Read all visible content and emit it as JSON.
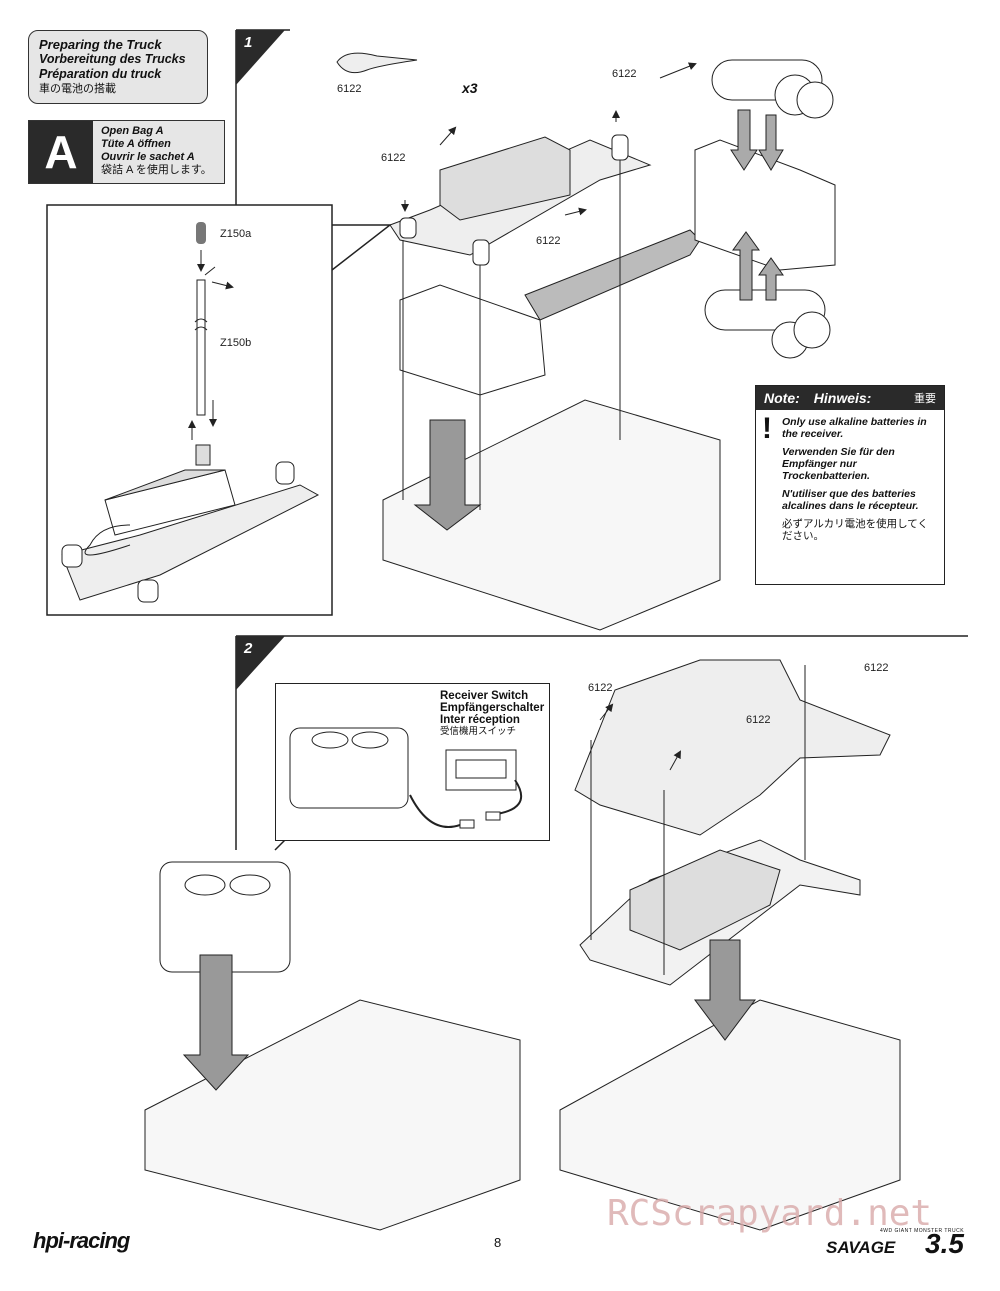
{
  "header": {
    "title_en": "Preparing the Truck",
    "title_de": "Vorbereitung des Trucks",
    "title_fr": "Préparation du truck",
    "title_jp": "車の電池の搭載"
  },
  "bag": {
    "letter": "A",
    "line_en": "Open Bag A",
    "line_de": "Tüte A öffnen",
    "line_fr": "Ouvrir le sachet A",
    "line_jp": "袋詰 A を使用します。"
  },
  "steps": {
    "step1": "1",
    "step2": "2"
  },
  "parts": {
    "clip_label": "6122",
    "clip_qty": "x3",
    "antenna_cap": "Z150a",
    "antenna_tube": "Z150b"
  },
  "note": {
    "label_en": "Note:",
    "label_de": "Hinweis:",
    "label_jp": "重要",
    "mark": "!",
    "text_en": "Only use alkaline batteries in the receiver.",
    "text_de": "Verwenden Sie für den Empfänger nur Trockenbatterien.",
    "text_fr": "N'utiliser que des batteries alcalines dans le récepteur.",
    "text_jp": "必ずアルカリ電池を使用してください。"
  },
  "receiver_switch": {
    "title_en": "Receiver Switch",
    "title_de": "Empfängerschalter",
    "title_fr": "Inter réception",
    "title_jp": "受信機用スイッチ"
  },
  "footer": {
    "brand": "hpi-racing",
    "page_number": "8",
    "watermark": "RCScrapyard.net",
    "product_small": "4WD GIANT MONSTER TRUCK",
    "product": "SAVAGE",
    "product_version": "3.5"
  }
}
